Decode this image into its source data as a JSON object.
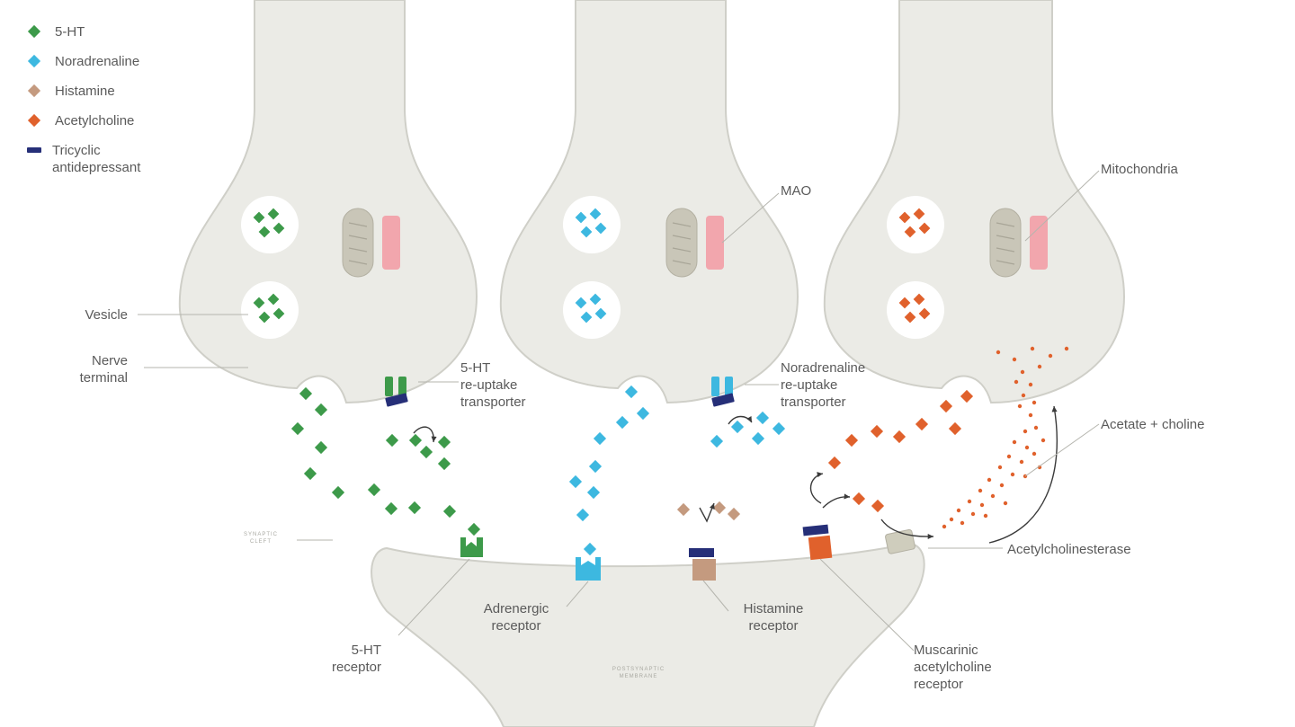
{
  "colors": {
    "ht5": "#3d9a4a",
    "noradrenaline": "#3db8e0",
    "histamine": "#c49a7f",
    "acetylcholine": "#e0612c",
    "tricyclic": "#262f78",
    "neuron_fill": "#ebebe6",
    "neuron_stroke": "#cfcfc8",
    "mitochondria": "#c9c6b8",
    "mao": "#f2a6ad"
  },
  "legend": [
    {
      "label": "5-HT",
      "color_key": "ht5",
      "shape": "diamond-icon"
    },
    {
      "label": "Noradrenaline",
      "color_key": "noradrenaline",
      "shape": "diamond-icon"
    },
    {
      "label": "Histamine",
      "color_key": "histamine",
      "shape": "diamond-icon"
    },
    {
      "label": "Acetylcholine",
      "color_key": "acetylcholine",
      "shape": "diamond-icon"
    },
    {
      "label": "Tricyclic\nantidepressant",
      "color_key": "tricyclic",
      "shape": "bar-icon"
    }
  ],
  "labels": {
    "vesicle": "Vesicle",
    "nerve_terminal": "Nerve\nterminal",
    "ht5_transporter": "5-HT\nre-uptake\ntransporter",
    "mao": "MAO",
    "na_transporter": "Noradrenaline\nre-uptake\ntransporter",
    "mitochondria": "Mitochondria",
    "acetate_choline": "Acetate + choline",
    "acetylcholinesterase": "Acetylcholinesterase",
    "synaptic_cleft": "SYNAPTIC\nCLEFT",
    "ht5_receptor": "5-HT\nreceptor",
    "adrenergic_receptor": "Adrenergic\nreceptor",
    "histamine_receptor": "Histamine\nreceptor",
    "muscarinic_receptor": "Muscarinic\nacetylcholine\nreceptor",
    "postsynaptic_membrane": "POSTSYNAPTIC\nMEMBRANE"
  }
}
